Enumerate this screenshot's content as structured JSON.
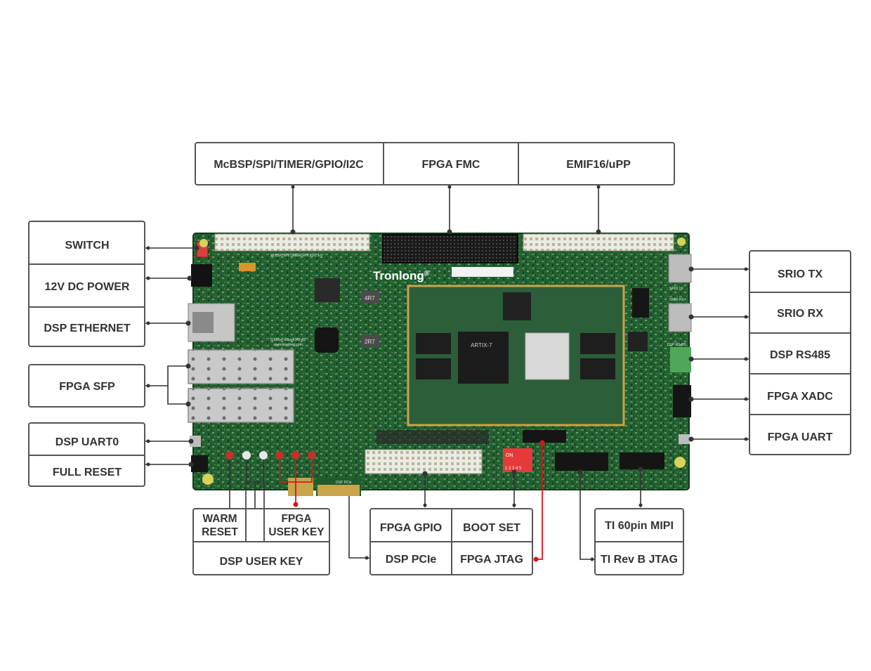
{
  "board": {
    "brand": "Tronlong",
    "brand_mark": "®",
    "chip_text": "ARTIX-7",
    "dip_on": "ON",
    "dip_numbers": "1 2 3 4 5",
    "silk_top": "McBSP/SPI/TIMER/GPIO/I2C EV",
    "silk_model": "TL665xF-EasyEVM-A2",
    "silk_url": "www.tronlong.com",
    "silk_srio_tx": "SRIO TX",
    "silk_srio_rx": "SRIO RX",
    "silk_rs485": "DSP RS485",
    "silk_r1": "4R7",
    "silk_r2": "2R7",
    "silk_pcie": "DSP PCIe"
  },
  "labels": {
    "mcbsp": "McBSP/SPI/TIMER/GPIO/I2C",
    "fpga_fmc": "FPGA FMC",
    "emif": "EMIF16/uPP",
    "switch": "SWITCH",
    "dc_power": "12V DC POWER",
    "dsp_ethernet": "DSP ETHERNET",
    "fpga_sfp": "FPGA SFP",
    "dsp_uart0": "DSP UART0",
    "full_reset": "FULL RESET",
    "warm_reset_1": "WARM",
    "warm_reset_2": "RESET",
    "fpga_user_key_1": "FPGA",
    "fpga_user_key_2": "USER KEY",
    "dsp_user_key": "DSP USER KEY",
    "fpga_gpio": "FPGA GPIO",
    "boot_set": "BOOT SET",
    "dsp_pcie": "DSP PCIe",
    "fpga_jtag": "FPGA JTAG",
    "ti_mipi": "TI 60pin MIPI",
    "ti_jtag": "TI Rev B JTAG",
    "srio_tx": "SRIO TX",
    "srio_rx": "SRIO RX",
    "dsp_rs485": "DSP RS485",
    "fpga_xadc": "FPGA XADC",
    "fpga_uart": "FPGA UART"
  },
  "colors": {
    "pcb": "#1f5c2c",
    "pcb_dark": "#123a1b",
    "gold": "#c9a44a",
    "red_line": "#d8141c",
    "box_border": "#555555",
    "text": "#333333"
  }
}
